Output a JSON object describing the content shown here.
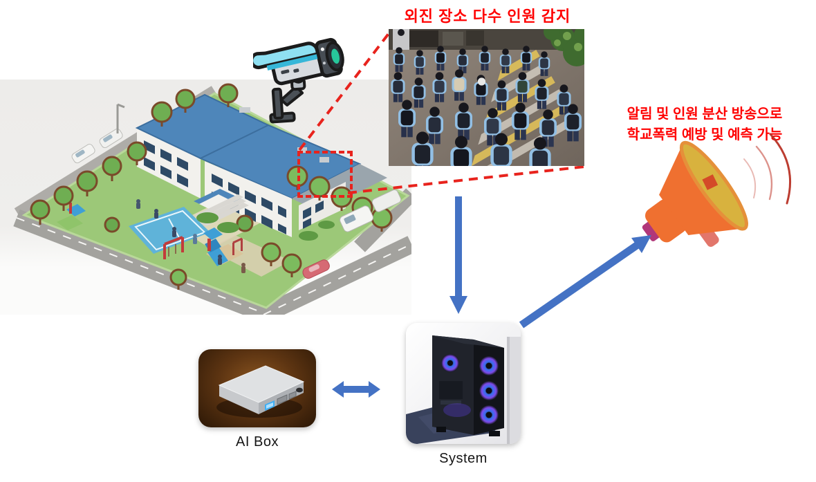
{
  "diagram": {
    "caption_top": "외진 장소 다수 인원 감지",
    "caption_right": {
      "line1": "알림 및 인원 분산 방송으로",
      "line2": "학교폭력 예방 및 예측 가능"
    },
    "labels": {
      "ai_box": "AI Box",
      "system": "System"
    },
    "icons": {
      "camera": "cctv-camera-icon",
      "megaphone": "megaphone-icon",
      "sound_waves": "sound-waves-icon",
      "school": "school-campus-illustration",
      "crowd": "students-crowd-photo",
      "arrows": [
        "arrow-down",
        "arrow-up-right",
        "arrow-left-right"
      ]
    },
    "colors": {
      "caption_red": "#FF0000",
      "callout_red": "#E8231D",
      "arrow_blue": "#4472C4",
      "megaphone_orange": "#EF7030",
      "megaphone_gold": "#D8B23E",
      "label_text": "#151515"
    }
  }
}
